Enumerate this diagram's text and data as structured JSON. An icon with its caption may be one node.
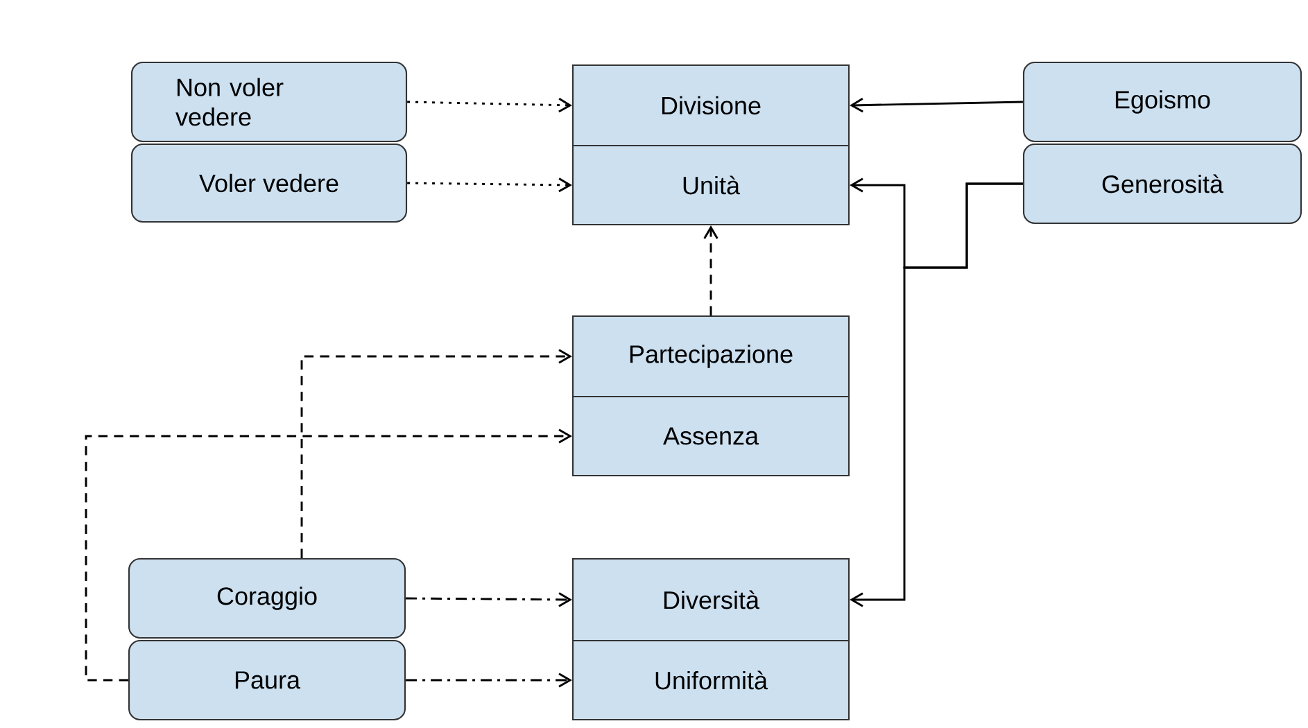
{
  "diagram": {
    "nodes": [
      {
        "text": [
          "Non voler vedere"
        ]
      },
      {
        "text": [
          "Voler vedere"
        ]
      },
      {
        "text": [
          "Divisione"
        ]
      },
      {
        "text": [
          "Unità"
        ]
      },
      {
        "text": [
          "Egoismo"
        ]
      },
      {
        "text": [
          "Generosità"
        ]
      },
      {
        "text": [
          "Partecipazione"
        ]
      },
      {
        "text": [
          "Assenza"
        ]
      },
      {
        "text": [
          "Coraggio"
        ]
      },
      {
        "text": [
          "Paura"
        ]
      },
      {
        "text": [
          "Diversità"
        ]
      },
      {
        "text": [
          "Uniformità"
        ]
      }
    ],
    "edges": [
      {
        "from": 0,
        "to": 2,
        "arrow": "to",
        "style": "dashed"
      },
      {
        "from": 1,
        "to": 3,
        "arrow": "to",
        "style": "dashed"
      },
      {
        "from": 4,
        "to": 2,
        "arrow": "to"
      },
      {
        "from": 5,
        "to": 3,
        "arrow": "to"
      },
      {
        "from": 5,
        "to": 10,
        "arrow": "to"
      },
      {
        "from": 6,
        "to": 3,
        "arrow": "to",
        "style": "dashed"
      },
      {
        "from": 8,
        "to": 6,
        "arrow": "to",
        "style": "dashed"
      },
      {
        "from": 9,
        "to": 7,
        "arrow": "to",
        "style": "dashed"
      },
      {
        "from": 8,
        "to": 10,
        "arrow": "to",
        "style": "dashed"
      },
      {
        "from": 9,
        "to": 11,
        "arrow": "to",
        "style": "dashed"
      }
    ]
  }
}
